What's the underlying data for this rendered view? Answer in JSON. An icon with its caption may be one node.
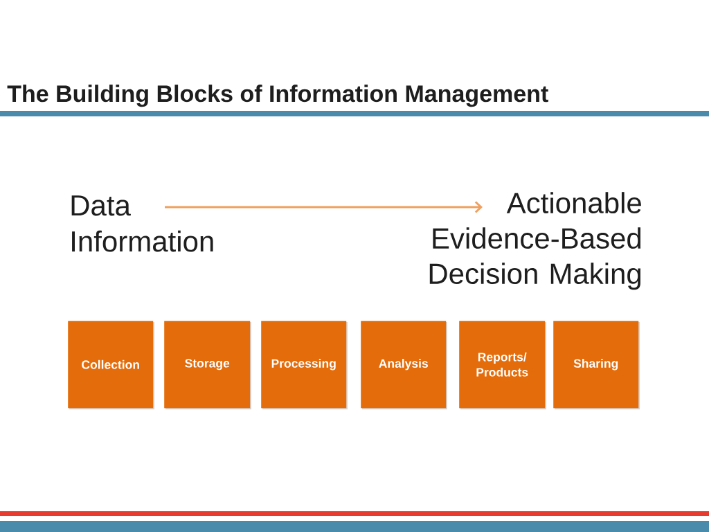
{
  "diagram": {
    "title": "The Building Blocks of Information Management",
    "nodes": [
      {
        "text": [
          "Data Information"
        ]
      },
      {
        "text": [
          "Actionable Evidence-Based Decision Making"
        ]
      },
      {
        "text": [
          "Collection"
        ]
      },
      {
        "text": [
          "Storage"
        ]
      },
      {
        "text": [
          "Processing"
        ]
      },
      {
        "text": [
          "Analysis"
        ]
      },
      {
        "text": [
          "Reports/ Products"
        ]
      },
      {
        "text": [
          "Sharing"
        ]
      }
    ],
    "edges": [
      {
        "from": 0,
        "to": 1,
        "arrow": "to"
      }
    ]
  }
}
